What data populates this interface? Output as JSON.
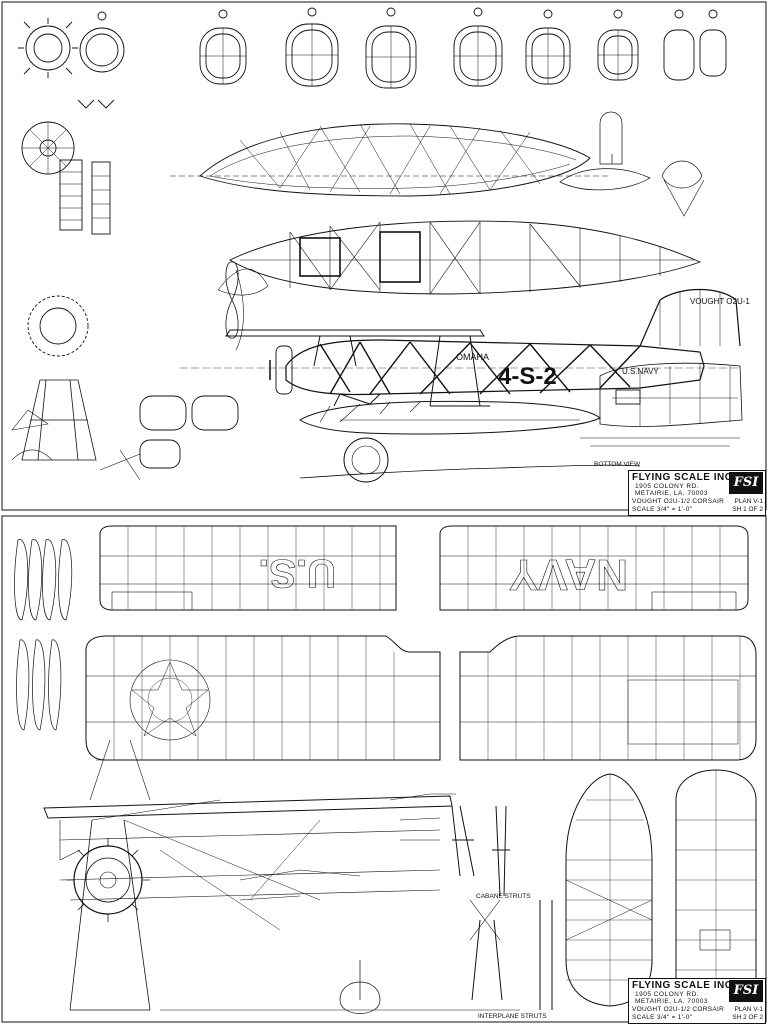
{
  "sheet1": {
    "title_block": {
      "company": "FLYING SCALE INC",
      "address_line1": "1905 COLONY RD.",
      "address_line2": "METAIRIE, LA. 70003",
      "model": "VOUGHT O2U-1/2 CORSAIR",
      "scale": "SCALE 3/4\" = 1'-0\"",
      "logo": "FSI",
      "plan": "PLAN V-1",
      "sheet": "SH 1 OF 2"
    },
    "fuselage_registration": "4-S-2",
    "fuselage_lettering": "OMAHA",
    "tail_text": "VOUGHT O2U-1",
    "tail_navy": "U.S.NAVY",
    "bottom_view_label": "BOTTOM VIEW"
  },
  "sheet2": {
    "title_block": {
      "company": "FLYING SCALE INC",
      "address_line1": "1905 COLONY RD.",
      "address_line2": "METAIRIE, LA. 70003",
      "model": "VOUGHT O2U-1/2 CORSAIR",
      "scale": "SCALE 3/4\" = 1'-0\"",
      "logo": "FSI",
      "plan": "PLAN V-1",
      "sheet": "SH 2 OF 2"
    },
    "upper_wing_left_lettering": "U.S.",
    "upper_wing_right_lettering": "NAVY",
    "cabane_struts_label": "CABANE STRUTS",
    "interplane_struts_label": "INTERPLANE STRUTS"
  },
  "colors": {
    "ink": "#111111",
    "paper": "#ffffff"
  }
}
